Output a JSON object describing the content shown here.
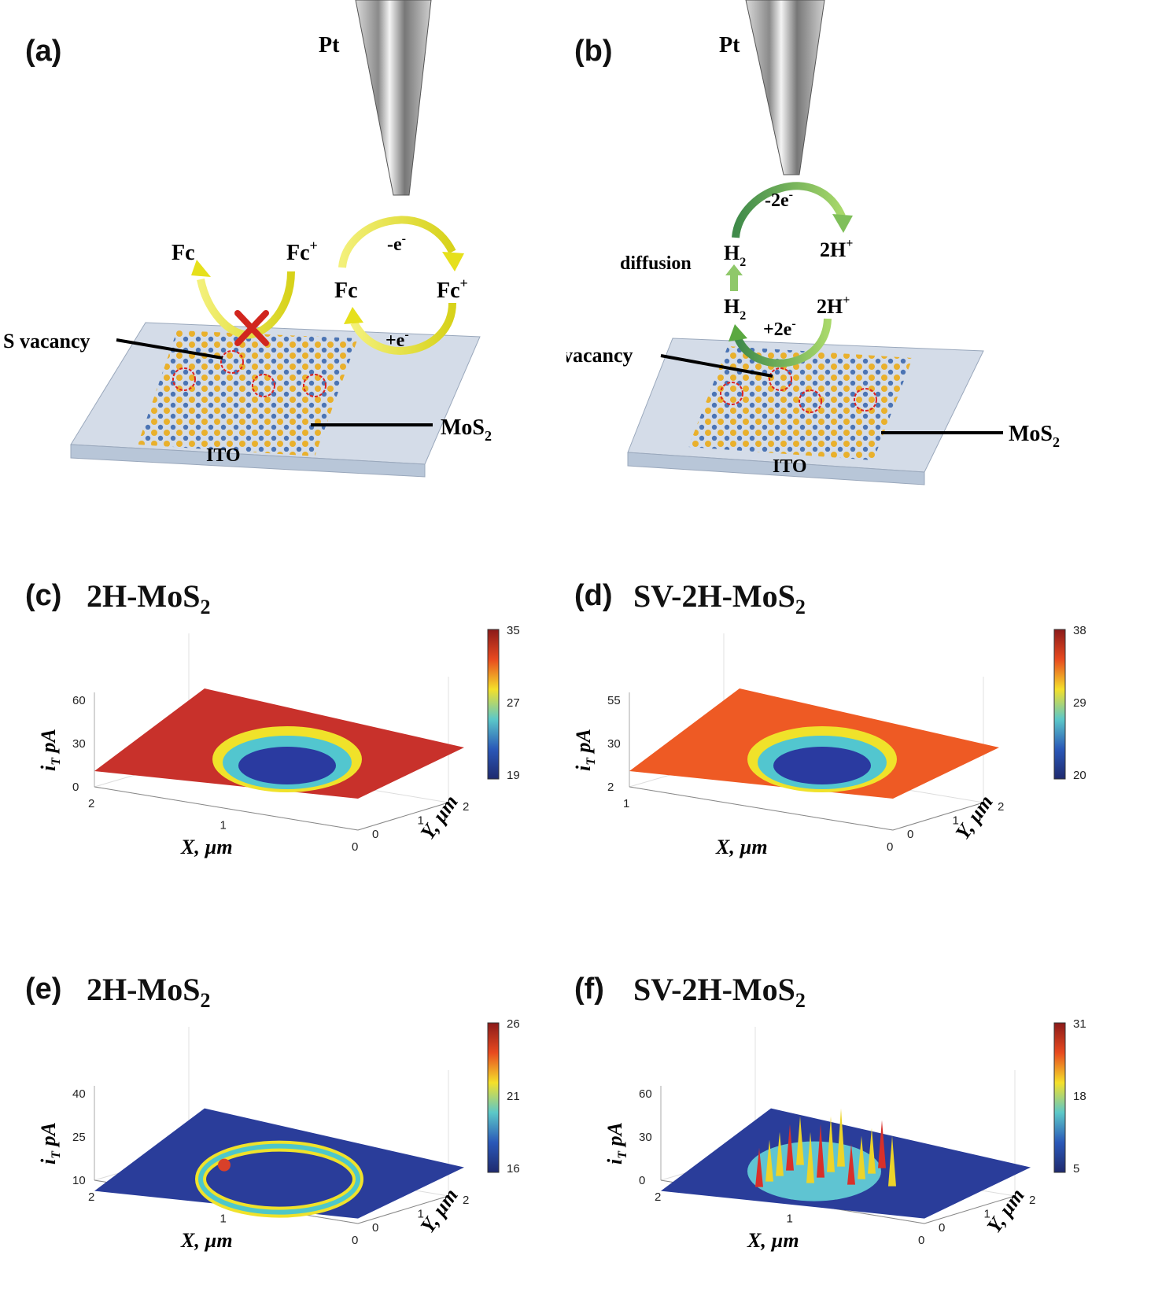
{
  "panel_a": {
    "label": "(a)",
    "tip": "Pt",
    "fc_left": "Fc",
    "fcp_left": "Fc",
    "fc_right": "Fc",
    "fcp_right": "Fc",
    "e_top": "-e",
    "e_bottom": "+e",
    "s_vacancy": "S vacancy",
    "mos2": "MoS",
    "ito": "ITO"
  },
  "panel_b": {
    "label": "(b)",
    "tip": "Pt",
    "e_top": "-2e",
    "h2_top": "H",
    "h_plus_top": "2H",
    "diffusion": "diffusion",
    "h2_bottom": "H",
    "e_bottom": "+2e",
    "h_plus_bottom": "2H",
    "s_vacancy": "S vacancy",
    "mos2": "MoS",
    "ito": "ITO"
  },
  "plots": [
    {
      "id": "c",
      "label": "(c)",
      "title_main": "2H-MoS",
      "title_sub": "2",
      "z_ticks": [
        "0",
        "30",
        "60"
      ],
      "cbar_ticks": [
        "35",
        "27",
        "19"
      ],
      "x_ticks": [
        "2",
        "1",
        "0"
      ],
      "y_ticks": [
        "0",
        "1",
        "2"
      ],
      "xlabel": "X, µm",
      "ylabel": "Y, µm",
      "zlabel": "i",
      "zlabel_sub": "T",
      "zlabel_unit": "pA",
      "surface": "red",
      "feature": "pit"
    },
    {
      "id": "d",
      "label": "(d)",
      "title_main": "SV-2H-MoS",
      "title_sub": "2",
      "z_ticks": [
        "2",
        "30",
        "55"
      ],
      "cbar_ticks": [
        "38",
        "29",
        "20"
      ],
      "x_ticks": [
        "1",
        "0"
      ],
      "y_ticks": [
        "0",
        "1",
        "2"
      ],
      "xlabel": "X, µm",
      "ylabel": "Y, µm",
      "zlabel": "i",
      "zlabel_sub": "T",
      "zlabel_unit": "pA",
      "surface": "orange",
      "feature": "pit"
    },
    {
      "id": "e",
      "label": "(e)",
      "title_main": "2H-MoS",
      "title_sub": "2",
      "z_ticks": [
        "10",
        "25",
        "40"
      ],
      "cbar_ticks": [
        "26",
        "21",
        "16"
      ],
      "x_ticks": [
        "2",
        "1",
        "0"
      ],
      "y_ticks": [
        "0",
        "1",
        "2"
      ],
      "xlabel": "X, µm",
      "ylabel": "Y, µm",
      "zlabel": "i",
      "zlabel_sub": "T",
      "zlabel_unit": "pA",
      "surface": "blue",
      "feature": "ring"
    },
    {
      "id": "f",
      "label": "(f)",
      "title_main": "SV-2H-MoS",
      "title_sub": "2",
      "z_ticks": [
        "0",
        "30",
        "60"
      ],
      "cbar_ticks": [
        "31",
        "18",
        "5"
      ],
      "x_ticks": [
        "2",
        "1",
        "0"
      ],
      "y_ticks": [
        "0",
        "1",
        "2"
      ],
      "xlabel": "X, µm",
      "ylabel": "Y, µm",
      "zlabel": "i",
      "zlabel_sub": "T",
      "zlabel_unit": "pA",
      "surface": "blue",
      "feature": "spikes"
    }
  ],
  "colors": {
    "surface_red": "#c8312b",
    "surface_orange": "#ee5a24",
    "surface_blue": "#2a3d9a",
    "tip": "#9b9b9b",
    "arrow_yellow": "#e6e01c",
    "arrow_green": "#5aa840",
    "cross": "#d1261e"
  }
}
